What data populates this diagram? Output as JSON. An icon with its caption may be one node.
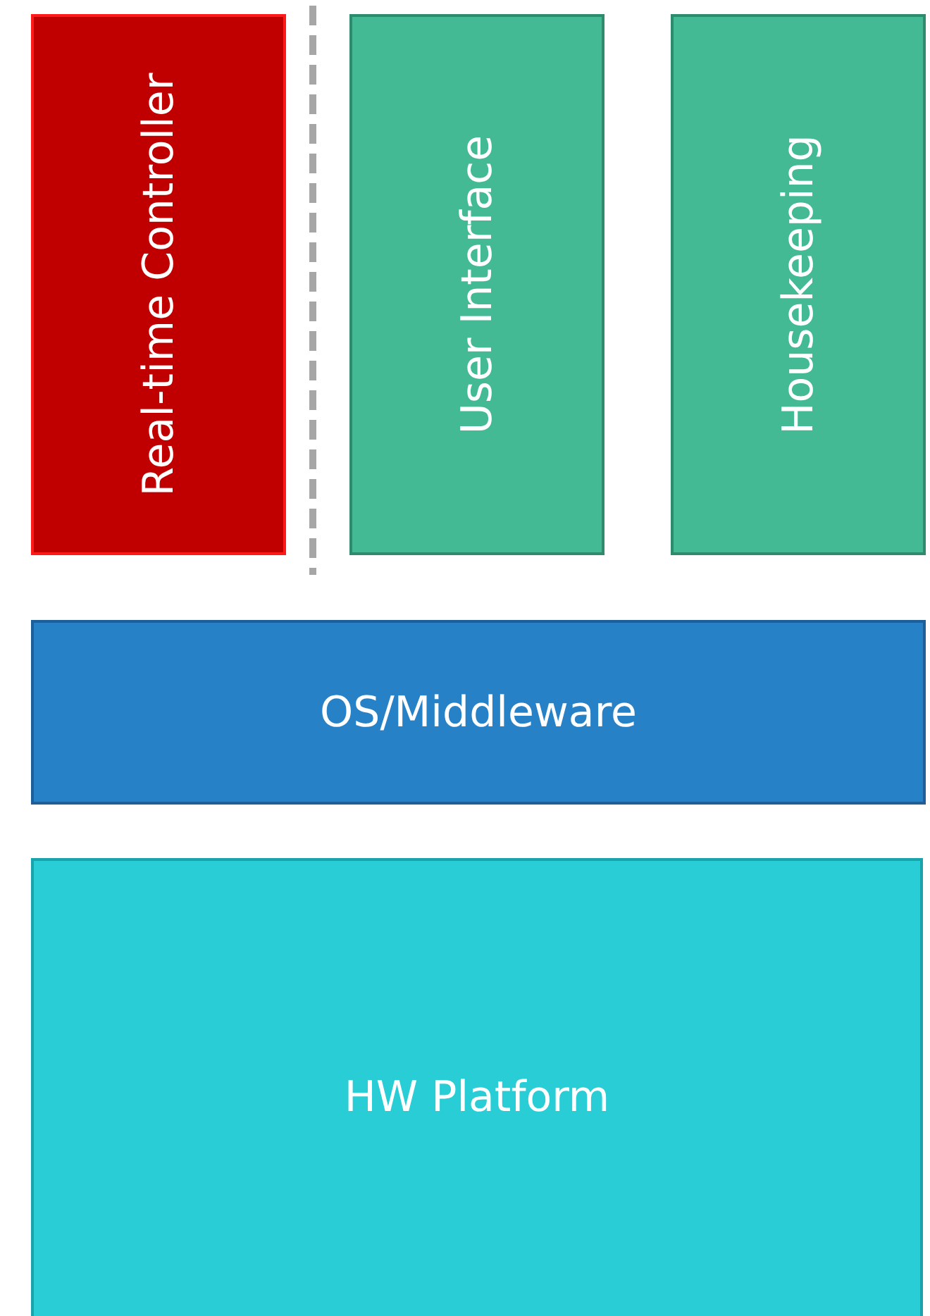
{
  "diagram": {
    "nodes": [
      {
        "text": [
          "Real-time Controller"
        ]
      },
      {
        "text": [
          "User Interface"
        ]
      },
      {
        "text": [
          "Housekeeping"
        ]
      },
      {
        "text": [
          "OS/Middleware"
        ]
      },
      {
        "text": [
          "HW Platform"
        ]
      }
    ]
  }
}
